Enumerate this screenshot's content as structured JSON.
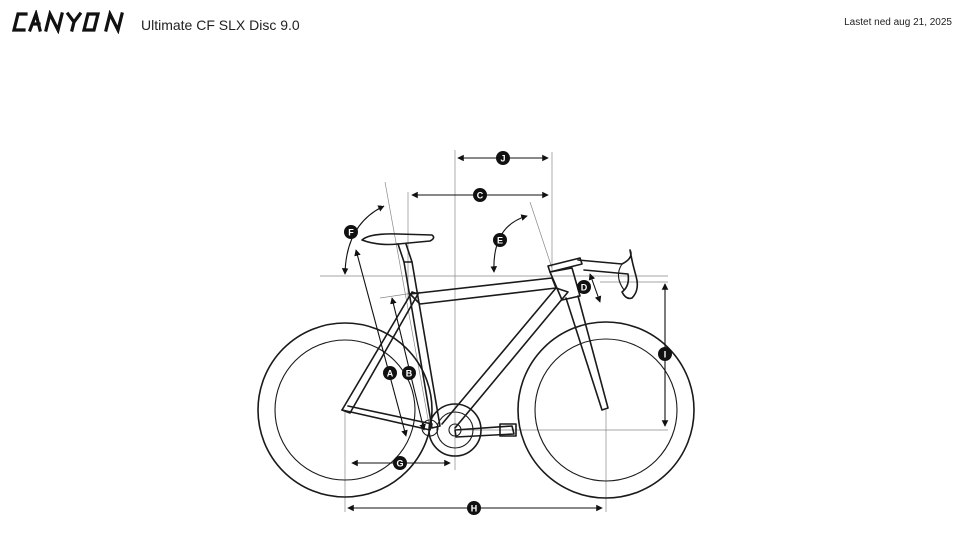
{
  "header": {
    "brand": "CANYON",
    "model": "Ultimate CF SLX Disc 9.0",
    "download_date": "Lastet ned aug 21, 2025"
  },
  "geometry_labels": [
    {
      "key": "A"
    },
    {
      "key": "B"
    },
    {
      "key": "C"
    },
    {
      "key": "D"
    },
    {
      "key": "E"
    },
    {
      "key": "F"
    },
    {
      "key": "G"
    },
    {
      "key": "H"
    },
    {
      "key": "I"
    },
    {
      "key": "J"
    }
  ],
  "colors": {
    "ink": "#111111",
    "reference": "#888888",
    "background": "#ffffff"
  }
}
